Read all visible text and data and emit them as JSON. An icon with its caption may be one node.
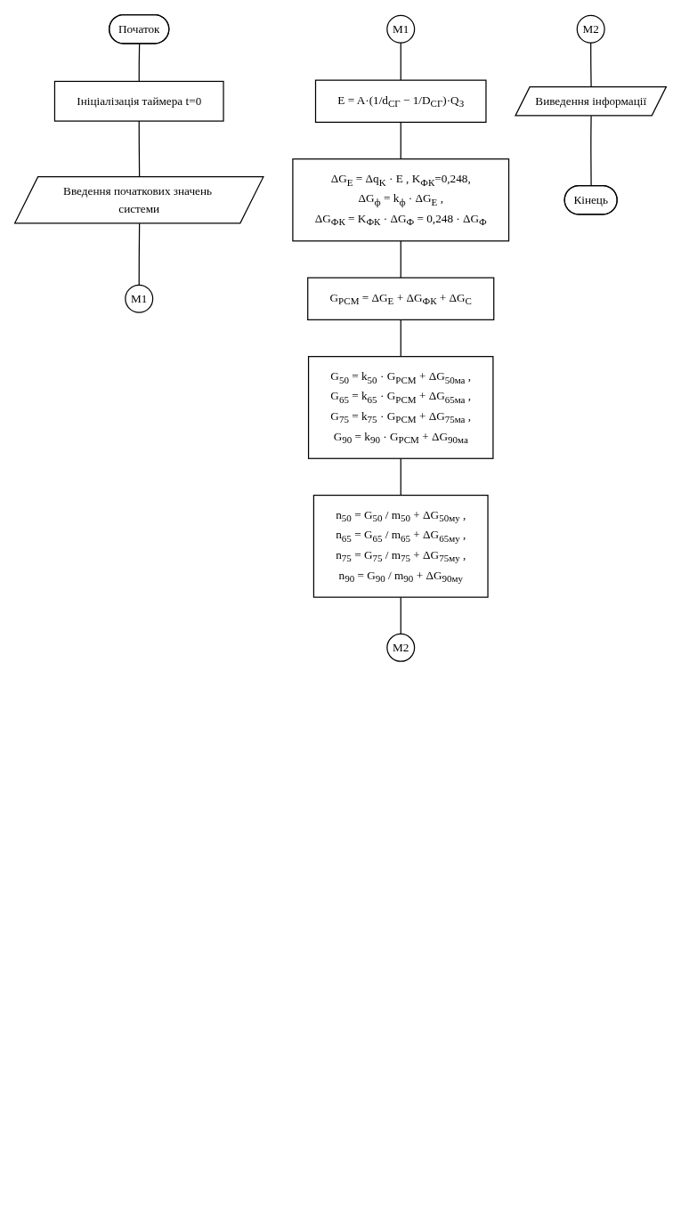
{
  "diagram": {
    "nodes": [
      {
        "text": [
          "Початок"
        ]
      },
      {
        "text": [
          "Ініціалізація таймера t=0"
        ]
      },
      {
        "text": [
          "Введення початкових значень системи"
        ]
      },
      {
        "text": [
          "M1"
        ]
      },
      {
        "text": [
          "M1"
        ]
      },
      {
        "text": [
          "E = A·(1/d$_{СГ}$ − 1/D$_{СГ}$)·Q$_{З}$"
        ]
      },
      {
        "text": [
          "ΔG$_{E}$ = Δq$_{K}$ · E , K$_{ФК}$=0,248,",
          "ΔG$_{ф}$ = k$_{ф}$ · ΔG$_{E}$ ,",
          "ΔG$_{ФК}$ = K$_{ФК}$ · ΔG$_{Ф}$ = 0,248 · ΔG$_{Ф}$"
        ]
      },
      {
        "text": [
          "G$_{РСМ}$ = ΔG$_{E}$ + ΔG$_{ФК}$ + ΔG$_{C}$"
        ]
      },
      {
        "text": [
          "G$_{50}$ = k$_{50}$ · G$_{РСМ}$ + ΔG$_{50ма}$ ,",
          "G$_{65}$ = k$_{65}$ · G$_{РСМ}$ + ΔG$_{65ма}$ ,",
          "G$_{75}$ = k$_{75}$ · G$_{РСМ}$ + ΔG$_{75ма}$ ,",
          "G$_{90}$ = k$_{90}$ · G$_{РСМ}$ + ΔG$_{90ма}$"
        ]
      },
      {
        "text": [
          "n$_{50}$ = G$_{50}$ / m$_{50}$ + ΔG$_{50му}$ ,",
          "n$_{65}$ = G$_{65}$ / m$_{65}$ + ΔG$_{65му}$ ,",
          "n$_{75}$ = G$_{75}$ / m$_{75}$ + ΔG$_{75му}$ ,",
          "n$_{90}$ = G$_{90}$ / m$_{90}$ + ΔG$_{90му}$"
        ]
      },
      {
        "text": [
          "M2"
        ]
      },
      {
        "text": [
          "M2"
        ]
      },
      {
        "text": [
          "Виведення інформації"
        ]
      },
      {
        "text": [
          "Кінець"
        ]
      }
    ],
    "edges": [
      {
        "from": 0,
        "to": 1,
        "arrow": "none"
      },
      {
        "from": 1,
        "to": 2,
        "arrow": "none"
      },
      {
        "from": 2,
        "to": 3,
        "arrow": "none"
      },
      {
        "from": 4,
        "to": 5,
        "arrow": "none"
      },
      {
        "from": 5,
        "to": 6,
        "arrow": "none"
      },
      {
        "from": 6,
        "to": 7,
        "arrow": "none"
      },
      {
        "from": 7,
        "to": 8,
        "arrow": "none"
      },
      {
        "from": 8,
        "to": 9,
        "arrow": "none"
      },
      {
        "from": 9,
        "to": 10,
        "arrow": "none"
      },
      {
        "from": 11,
        "to": 12,
        "arrow": "none"
      },
      {
        "from": 12,
        "to": 13,
        "arrow": "none"
      }
    ]
  }
}
